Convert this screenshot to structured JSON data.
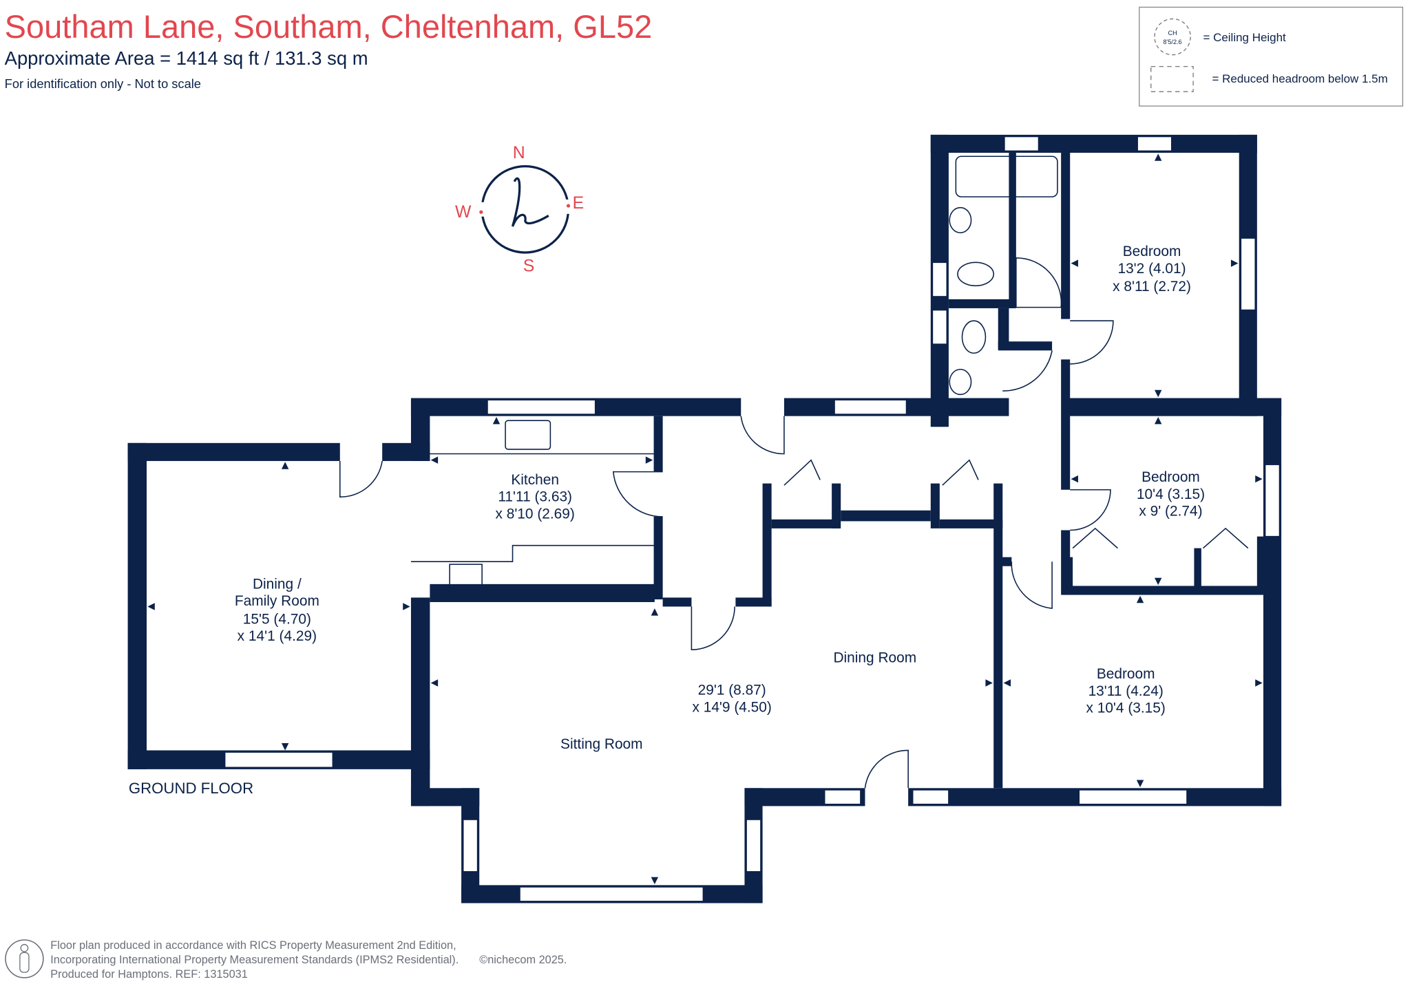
{
  "header": {
    "title": "Southam Lane, Southam, Cheltenham, GL52",
    "area": "Approximate Area = 1414  sq ft / 131.3  sq m",
    "note": "For identification only - Not to scale"
  },
  "legend": {
    "ch_symbol_top": "CH",
    "ch_symbol_bottom": "8'5/2.6",
    "ceiling_height": "= Ceiling Height",
    "reduced_headroom": "= Reduced headroom below 1.5m"
  },
  "compass": {
    "n": "N",
    "e": "E",
    "s": "S",
    "w": "W",
    "logo": "h"
  },
  "rooms": {
    "kitchen": {
      "name": "Kitchen",
      "dim1": "11'11 (3.63)",
      "dim2": "x 8'10 (2.69)"
    },
    "dining_family": {
      "name1": "Dining /",
      "name2": "Family Room",
      "dim1": "15'5 (4.70)",
      "dim2": "x 14'1 (4.29)"
    },
    "bedroom1": {
      "name": "Bedroom",
      "dim1": "13'2 (4.01)",
      "dim2": "x 8'11 (2.72)"
    },
    "bedroom2": {
      "name": "Bedroom",
      "dim1": "10'4 (3.15)",
      "dim2": "x 9' (2.74)"
    },
    "bedroom3": {
      "name": "Bedroom",
      "dim1": "13'11 (4.24)",
      "dim2": "x 10'4 (3.15)"
    },
    "dining_room": {
      "name": "Dining Room"
    },
    "sitting": {
      "name": "Sitting Room",
      "dim1": "29'1 (8.87)",
      "dim2": "x 14'9 (4.50)"
    }
  },
  "floor_label": "GROUND FLOOR",
  "footer": {
    "line1": "Floor plan produced in accordance with RICS Property Measurement 2nd Edition,",
    "line2": "Incorporating International Property Measurement Standards (IPMS2 Residential).",
    "copyright": "©nichecom 2025.",
    "line3": "Produced for Hamptons.  REF:  1315031"
  },
  "colors": {
    "accent": "#e2474f",
    "wall": "#0c2249"
  }
}
